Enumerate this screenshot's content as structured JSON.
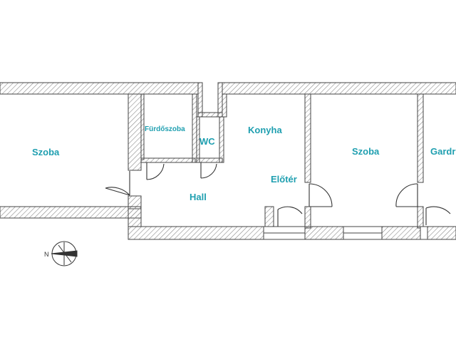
{
  "rooms": {
    "szoba_left": "Szoba",
    "furdoszoba": "Fürdőszoba",
    "wc": "WC",
    "konyha": "Konyha",
    "hall": "Hall",
    "eloter": "Előtér",
    "szoba_right": "Szoba",
    "gardrob": "Gardr"
  },
  "compass": {
    "north_label": "N"
  },
  "colors": {
    "wall_outline": "#444444",
    "wall_hatch": "#8a8a8a",
    "label": "#1f9fb0",
    "background": "#ffffff"
  }
}
